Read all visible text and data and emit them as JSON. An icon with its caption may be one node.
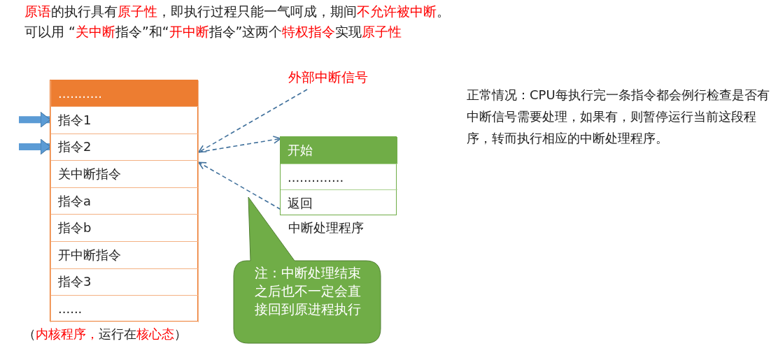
{
  "diagram": {
    "title": "**原语**的执行具有**原子性**，即执行过程只能一气呵成，期间**不允许被中断**。",
    "nodes": [
      {
        "text": [],
        "shape": "box",
        "beside": [
          "（**内核程序，**运行在**核心态**）"
        ]
      },
      {
        "text": [
          "..........."
        ],
        "in": 0
      },
      {
        "text": [
          "指令1"
        ],
        "in": 0
      },
      {
        "text": [
          "指令2"
        ],
        "in": 0
      },
      {
        "text": [
          "关中断指令"
        ],
        "in": 0
      },
      {
        "text": [
          "指令a"
        ],
        "in": 0
      },
      {
        "text": [
          "指令b"
        ],
        "in": 0
      },
      {
        "text": [
          "开中断指令"
        ],
        "in": 0
      },
      {
        "text": [
          "指令3"
        ],
        "in": 0
      },
      {
        "text": [
          "......"
        ],
        "in": 0
      },
      {
        "text": [
          "外部中断信号"
        ]
      },
      {
        "text": [],
        "shape": "box",
        "beside": [
          "中断处理程序"
        ]
      },
      {
        "text": [
          "开始"
        ],
        "in": 11
      },
      {
        "text": [
          ".............."
        ],
        "in": 11
      },
      {
        "text": [
          "返回"
        ],
        "in": 11
      },
      {
        "text": [
          "注：中断处理结束之后也不一定会直接回到原进程执行"
        ]
      }
    ],
    "edges": [
      {
        "from": null,
        "to": 2,
        "arrow": "to",
        "style": "thick",
        "color": "#5b9bd5"
      },
      {
        "from": null,
        "to": 3,
        "arrow": "to",
        "style": "thick",
        "color": "#5b9bd5"
      },
      {
        "from": 10,
        "to": 3,
        "arrow": "to",
        "style": "dashed"
      },
      {
        "from": 3,
        "to": 12,
        "arrow": "to",
        "style": "dashed"
      },
      {
        "from": 14,
        "to": 4,
        "arrow": "to",
        "style": "dashed"
      }
    ],
    "labels": [
      "可以用 “**关中断**指令”和“**开中断**指令”这两个**特权指令**实现**原子性**",
      "正常情况：CPU每执行完一条指令都会例行检查是否有中断信号需要处理，如果有，则暂停运行当前这段程序，转而执行相应的中断处理程序。"
    ]
  }
}
